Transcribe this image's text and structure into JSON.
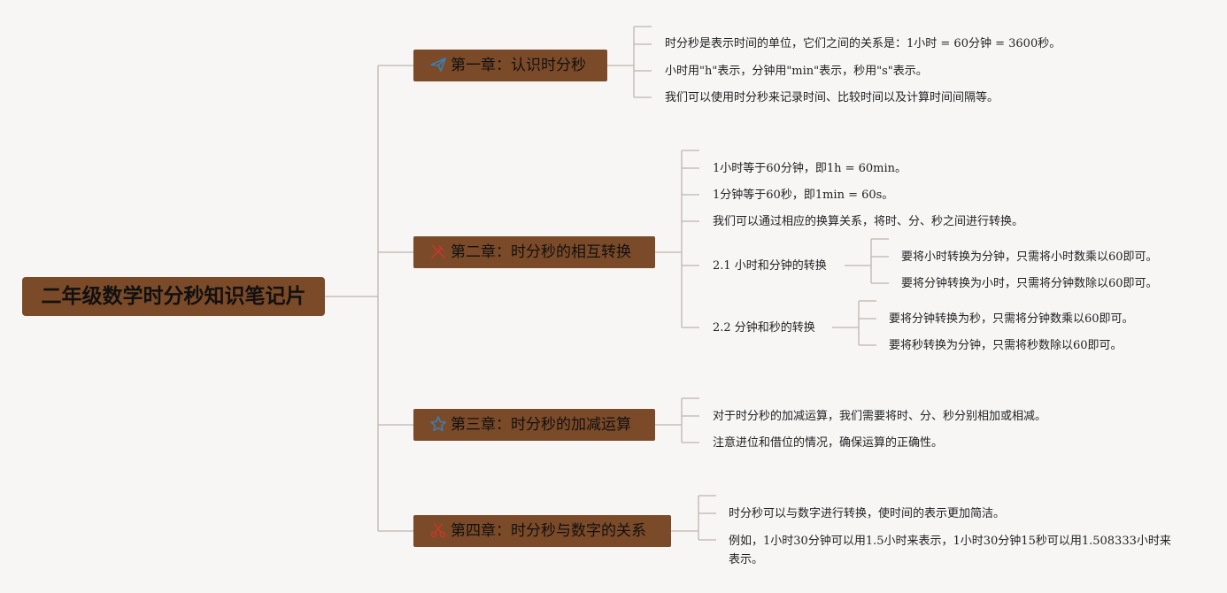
{
  "title": "二年级数学时分秒知识笔记片",
  "colors": {
    "node": "#7b4a28",
    "line": "#bdb5b0",
    "background": "#f8f6f5"
  },
  "chapters": [
    {
      "icon": "paper-plane-icon",
      "label": "第一章：认识时分秒",
      "items": [
        "时分秒是表示时间的单位，它们之间的关系是：1小时 = 60分钟 = 3600秒。",
        "小时用\"h\"表示，分钟用\"min\"表示，秒用\"s\"表示。",
        "我们可以使用时分秒来记录时间、比较时间以及计算时间间隔等。"
      ]
    },
    {
      "icon": "tools-icon",
      "label": "第二章：时分秒的相互转换",
      "items": [
        "1小时等于60分钟，即1h = 60min。",
        "1分钟等于60秒，即1min = 60s。",
        "我们可以通过相应的换算关系，将时、分、秒之间进行转换。"
      ],
      "subsections": [
        {
          "label": "2.1 小时和分钟的转换",
          "items": [
            "要将小时转换为分钟，只需将小时数乘以60即可。",
            "要将分钟转换为小时，只需将分钟数除以60即可。"
          ]
        },
        {
          "label": "2.2 分钟和秒的转换",
          "items": [
            "要将分钟转换为秒，只需将分钟数乘以60即可。",
            "要将秒转换为分钟，只需将秒数除以60即可。"
          ]
        }
      ]
    },
    {
      "icon": "star-icon",
      "label": "第三章：时分秒的加减运算",
      "items": [
        "对于时分秒的加减运算，我们需要将时、分、秒分别相加或相减。",
        "注意进位和借位的情况，确保运算的正确性。"
      ]
    },
    {
      "icon": "scissors-icon",
      "label": "第四章：时分秒与数字的关系",
      "items": [
        "时分秒可以与数字进行转换，使时间的表示更加简洁。",
        "例如，1小时30分钟可以用1.5小时来表示，1小时30分钟15秒可以用1.508333小时来表示。"
      ]
    }
  ]
}
